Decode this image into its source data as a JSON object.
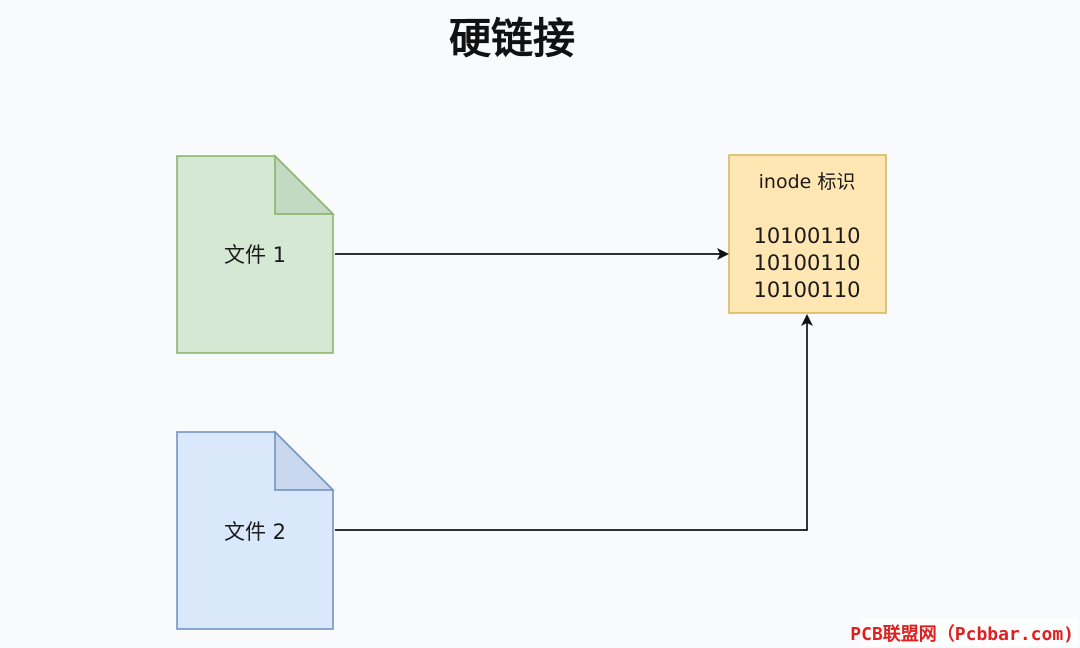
{
  "title": "硬链接",
  "files": [
    {
      "label": "文件 1",
      "fill": "#d5e8d4",
      "fold_fill": "#c4d9c2",
      "stroke": "#82b366"
    },
    {
      "label": "文件 2",
      "fill": "#dae8fc",
      "fold_fill": "#c9d8ef",
      "stroke": "#6c8ebf"
    }
  ],
  "inode": {
    "title": "inode 标识",
    "values": [
      "10100110",
      "10100110",
      "10100110"
    ],
    "fill": "#ffe6b3",
    "stroke": "#d6b656"
  },
  "watermark": {
    "text": "PCB联盟网（Pcbbar.com)",
    "color": "#e02020"
  },
  "colors": {
    "background": "#f8fafc",
    "arrow": "#111111"
  }
}
